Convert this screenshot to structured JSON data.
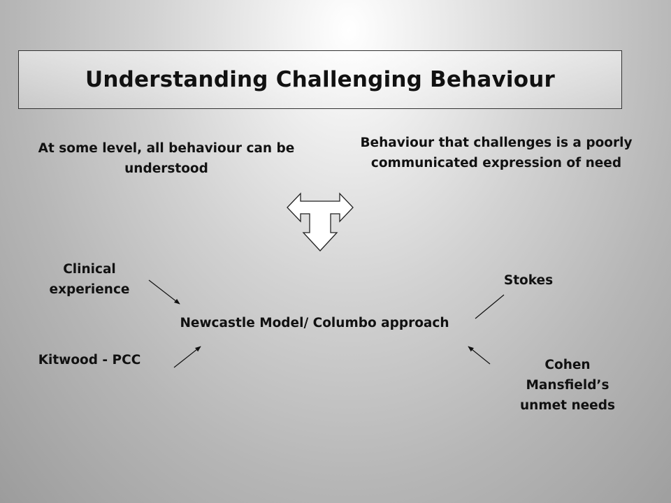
{
  "title": "Understanding Challenging Behaviour",
  "statements": {
    "left": "At some level, all behaviour can be understood",
    "right": "Behaviour that challenges is a poorly communicated expression of need"
  },
  "center_label": "Newcastle Model/ Columbo approach",
  "influences": {
    "clinical": "Clinical experience",
    "stokes": "Stokes",
    "kitwood": "Kitwood - PCC",
    "cohen": "Cohen Mansfield’s unmet needs"
  },
  "icons": {
    "junction_arrow": "three-way-arrow-icon",
    "pointer": "arrow-icon"
  }
}
